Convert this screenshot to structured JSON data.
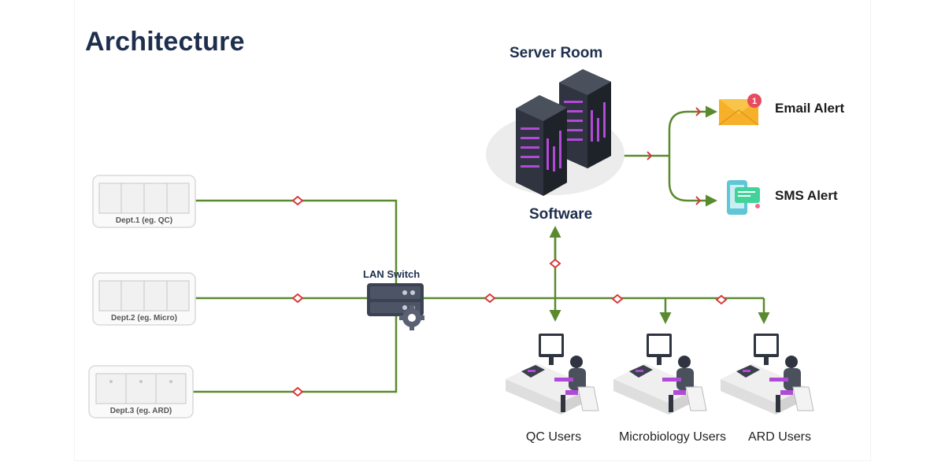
{
  "title": "Architecture",
  "server": {
    "top_label": "Server Room",
    "bottom_label": "Software"
  },
  "alerts": [
    {
      "label": "Email Alert",
      "icon": "email-icon",
      "badge": "1"
    },
    {
      "label": "SMS Alert",
      "icon": "sms-icon"
    }
  ],
  "switch": {
    "label": "LAN Switch",
    "icon": "lan-switch-icon"
  },
  "departments": [
    {
      "label": "Dept.1 (eg. QC)",
      "icon": "equipment-rack-icon"
    },
    {
      "label": "Dept.2 (eg. Micro)",
      "icon": "equipment-rack-icon"
    },
    {
      "label": "Dept.3 (eg. ARD)",
      "icon": "equipment-rack-icon"
    }
  ],
  "users": [
    {
      "label": "QC Users",
      "icon": "workstation-user-icon"
    },
    {
      "label": "Microbiology Users",
      "icon": "workstation-user-icon"
    },
    {
      "label": "ARD Users",
      "icon": "workstation-user-icon"
    }
  ],
  "colors": {
    "line": "#5a8a2e",
    "connector": "#d63a3a",
    "title": "#1e2f4d",
    "accent": "#b24ad8"
  }
}
